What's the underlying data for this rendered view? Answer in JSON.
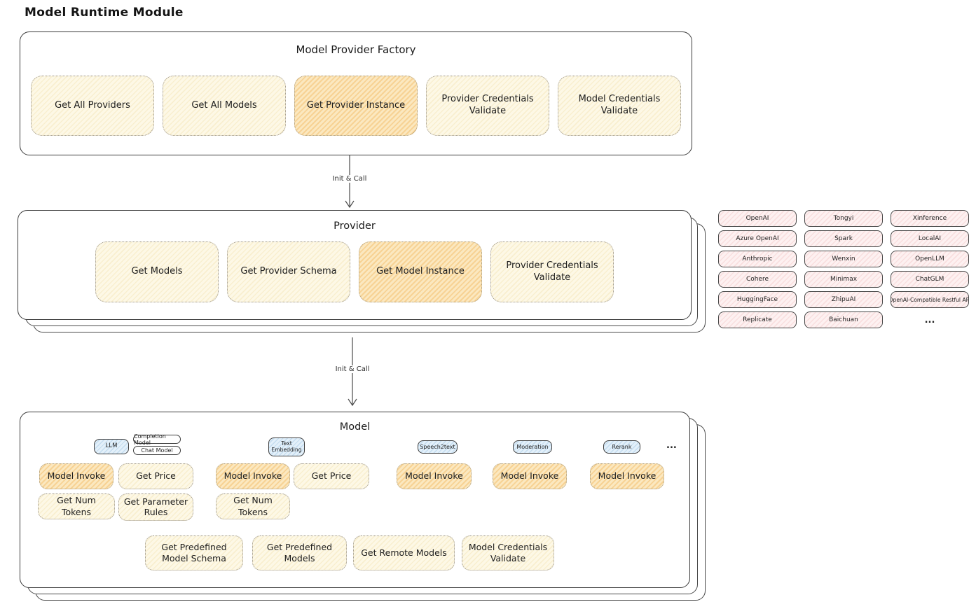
{
  "page_title": "Model Runtime Module",
  "factory": {
    "title": "Model Provider Factory",
    "buttons": [
      {
        "label": "Get All Providers",
        "highlighted": false
      },
      {
        "label": "Get All Models",
        "highlighted": false
      },
      {
        "label": "Get Provider Instance",
        "highlighted": true
      },
      {
        "label": "Provider Credentials Validate",
        "highlighted": false
      },
      {
        "label": "Model Credentials Validate",
        "highlighted": false
      }
    ]
  },
  "arrows": {
    "label1": "Init & Call",
    "label2": "Init & Call"
  },
  "provider": {
    "title": "Provider",
    "buttons": [
      {
        "label": "Get Models",
        "highlighted": false
      },
      {
        "label": "Get Provider Schema",
        "highlighted": false
      },
      {
        "label": "Get Model Instance",
        "highlighted": true
      },
      {
        "label": "Provider Credentials Validate",
        "highlighted": false
      }
    ]
  },
  "providers_list": {
    "rows": [
      [
        "OpenAI",
        "Tongyi",
        "Xinference"
      ],
      [
        "Azure OpenAI",
        "Spark",
        "LocalAI"
      ],
      [
        "Anthropic",
        "Wenxin",
        "OpenLLM"
      ],
      [
        "Cohere",
        "Minimax",
        "ChatGLM"
      ],
      [
        "HuggingFace",
        "ZhipuAI",
        "OpenAI-Compatible Restful API"
      ],
      [
        "Replicate",
        "Baichuan"
      ]
    ],
    "more": "..."
  },
  "model": {
    "title": "Model",
    "tags": {
      "llm": "LLM",
      "completion_model": "Completion Model",
      "chat_model": "Chat Model",
      "text_embedding": "Text Embedding",
      "speech2text": "Speech2text",
      "moderation": "Moderation",
      "rerank": "Rerank",
      "more": "..."
    },
    "buttons_row1": [
      {
        "label": "Model Invoke",
        "highlighted": true
      },
      {
        "label": "Get Price",
        "highlighted": false
      },
      {
        "label": "Model Invoke",
        "highlighted": true
      },
      {
        "label": "Get Price",
        "highlighted": false
      },
      {
        "label": "Model Invoke",
        "highlighted": true
      },
      {
        "label": "Model Invoke",
        "highlighted": true
      },
      {
        "label": "Model Invoke",
        "highlighted": true
      }
    ],
    "buttons_row2": [
      {
        "label": "Get Num Tokens"
      },
      {
        "label": "Get Parameter Rules"
      },
      {
        "label": "Get Num Tokens"
      }
    ],
    "bottom_buttons": [
      {
        "label": "Get Predefined Model Schema"
      },
      {
        "label": "Get Predefined Models"
      },
      {
        "label": "Get Remote Models"
      },
      {
        "label": "Model Credentials Validate"
      }
    ]
  },
  "colors": {
    "cream_button": "#fdf8e6",
    "highlight_button": "#fbe8c0",
    "blue_tag": "#e3f0fa",
    "pink_provider": "#fdf1f1",
    "border_dark": "#3a3a3a"
  }
}
